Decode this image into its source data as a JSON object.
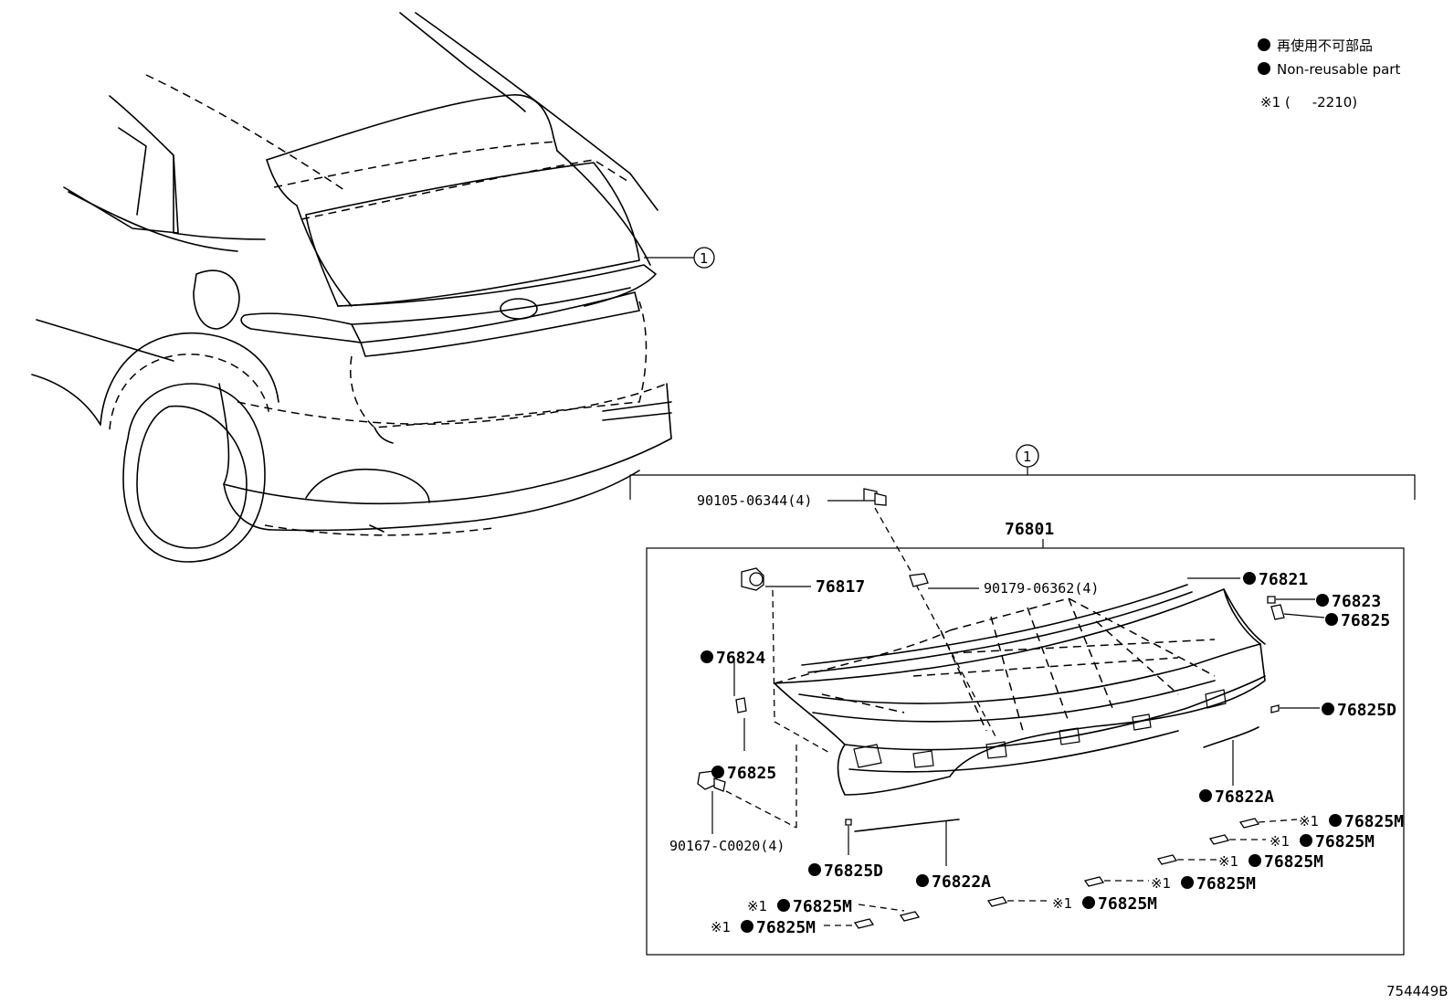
{
  "legend": {
    "jp": "再使用不可部品",
    "en": "Non-reusable part",
    "note_mark": "※1",
    "note_text": "(     -2210)"
  },
  "callout_ref": "1",
  "diagram_id": "754449B",
  "parts": {
    "p90105": "90105-06344(4)",
    "p76801": "76801",
    "p76817": "76817",
    "p90179": "90179-06362(4)",
    "p76821": "76821",
    "p76823": "76823",
    "p76825a": "76825",
    "p76824": "76824",
    "p76825b": "76825",
    "p76825D_r": "76825D",
    "p76822A_r": "76822A",
    "p90167": "90167-C0020(4)",
    "p76825D_l": "76825D",
    "p76822A_l": "76822A",
    "m1": "76825M",
    "m2": "76825M",
    "m3": "76825M",
    "m4": "76825M",
    "m5": "76825M",
    "m6": "76825M",
    "m7": "76825M"
  },
  "mark": "※1"
}
